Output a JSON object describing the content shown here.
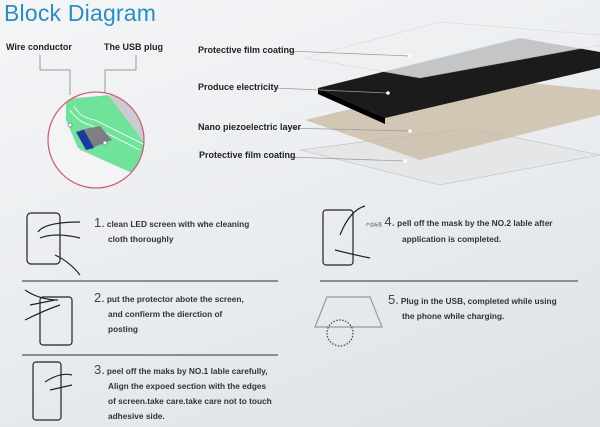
{
  "title": "Block Diagram",
  "callouts": {
    "wire_conductor": "Wire conductor",
    "usb_plug": "The USB plug"
  },
  "layers": [
    "Protective film coating",
    "Produce electricity",
    "Nano piezoelectric layer",
    "Protective film coating"
  ],
  "steps": [
    {
      "num": "1.",
      "lines": [
        "clean LED screen with whe cleaning",
        "cloth thoroughly"
      ]
    },
    {
      "num": "2.",
      "lines": [
        "put the protector abote the screen,",
        "and confierm the dierction of",
        "posting"
      ]
    },
    {
      "num": "3.",
      "lines": [
        "peel off the maks by NO.1 lable carefully,",
        "Align the expoed section with the edges",
        "of screen.take care.take care not to touch",
        "adhesive side."
      ]
    },
    {
      "num": "4.",
      "tag": "产品标签",
      "lines": [
        "pell off the mask by the NO.2 lable after",
        "application is completed."
      ]
    },
    {
      "num": "5.",
      "lines": [
        "Plug in the USB, completed while using",
        "the phone while charging."
      ]
    }
  ],
  "colors": {
    "title": "#2a8fc0",
    "circle": "#d0607a",
    "pcb": "#6fe39a"
  }
}
